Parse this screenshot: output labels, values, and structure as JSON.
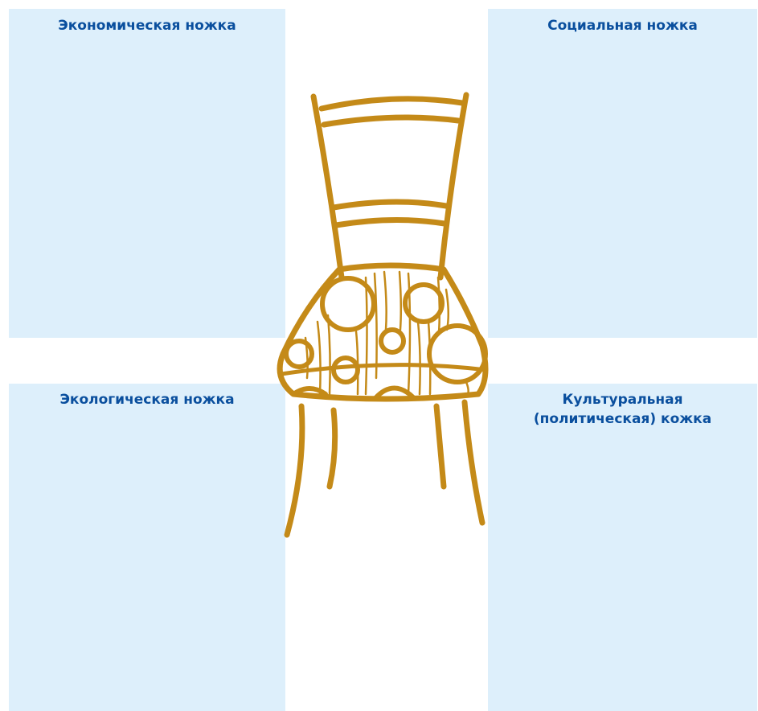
{
  "panels": {
    "economic": {
      "label": "Экономическая ножка"
    },
    "social": {
      "label": "Социальная ножка"
    },
    "ecological": {
      "label": "Экологическая ножка"
    },
    "cultural": {
      "line1": "Культуральная",
      "line2": "(политическая) кожка"
    }
  },
  "colors": {
    "panel_bg": "#ddeffb",
    "label_text": "#0a4f9e",
    "chair": "#c48a18"
  },
  "illustration": {
    "icon": "chair-icon"
  }
}
